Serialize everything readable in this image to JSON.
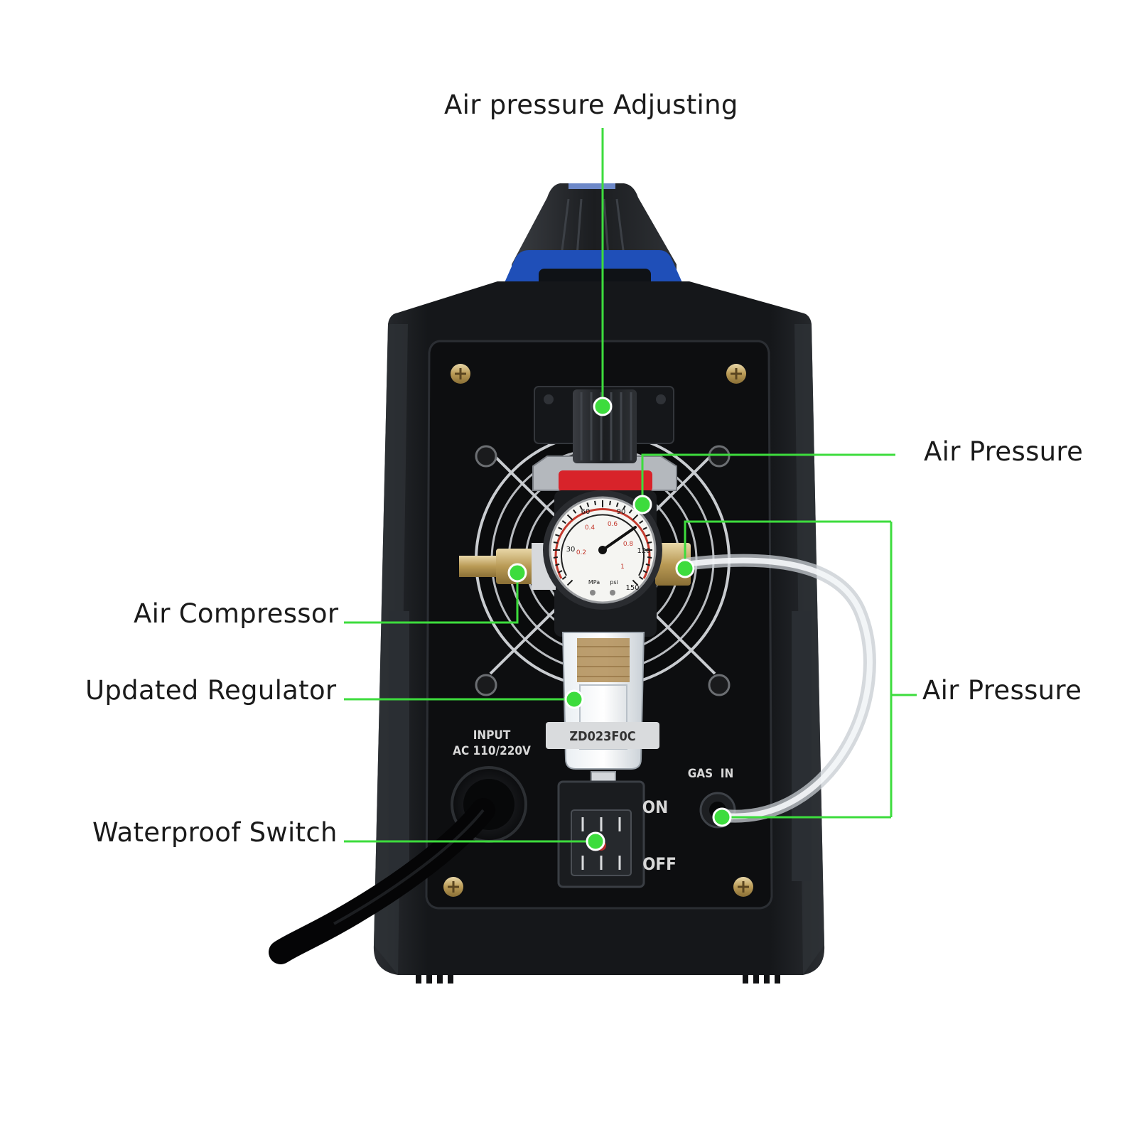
{
  "callouts": {
    "air_pressure_adjusting": "Air pressure Adjusting",
    "air_pressure_gauge": "Air Pressure",
    "air_compressor": "Air Compressor",
    "updated_regulator": "Updated Regulator",
    "air_pressure_hose": "Air Pressure",
    "waterproof_switch": "Waterproof Switch"
  },
  "panel": {
    "input_label": "INPUT",
    "input_voltage": "AC 110/220V",
    "switch_on": "ON",
    "switch_off": "OFF",
    "gas_in": "GAS  IN",
    "model_code": "ZD023F0C"
  },
  "gauge": {
    "psi_ticks": [
      "30",
      "60",
      "90",
      "120",
      "150"
    ],
    "mpa_ticks": [
      "0.2",
      "0.4",
      "0.6",
      "0.8",
      "1"
    ],
    "unit_mpa": "MPa",
    "unit_psi": "psi"
  },
  "colors": {
    "callout_line": "#3ddc3d",
    "machine_body": "#1e2125",
    "handle_accent": "#1f4fb8",
    "background": "#ffffff"
  }
}
